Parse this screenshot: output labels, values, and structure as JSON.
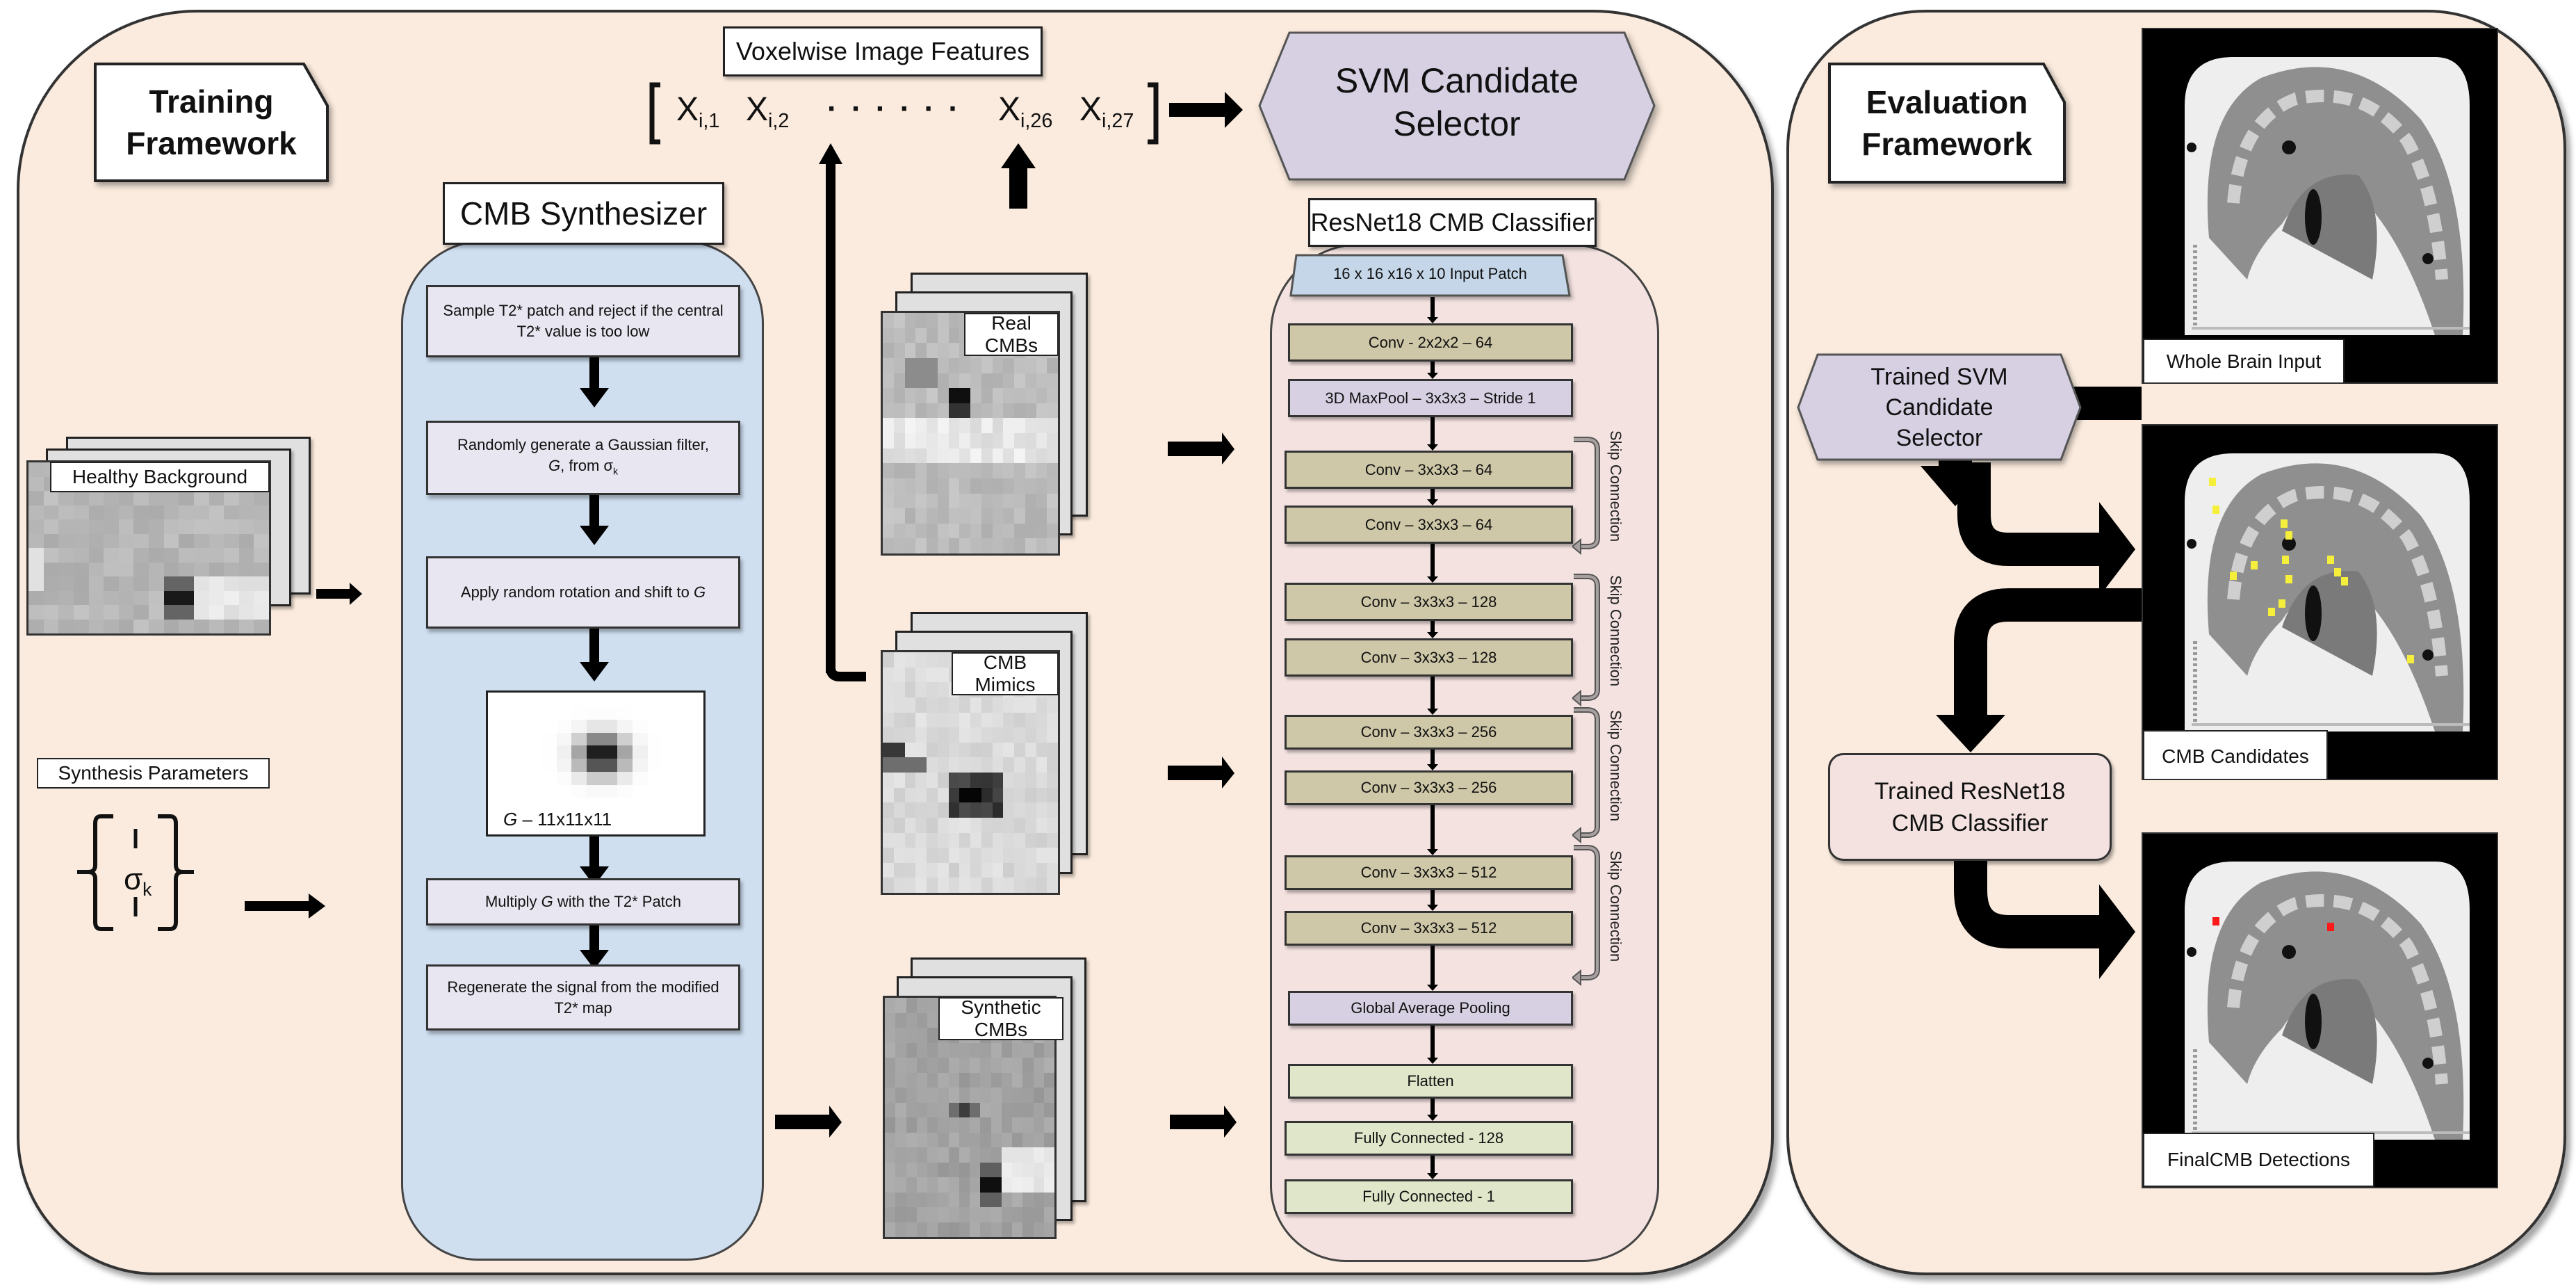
{
  "training": {
    "title_line1": "Training",
    "title_line2": "Framework",
    "features_label": "Voxelwise Image Features",
    "features": [
      {
        "base": "X",
        "sub": "i,1"
      },
      {
        "base": "X",
        "sub": "i,2"
      },
      {
        "base": "X",
        "sub": "i,26"
      },
      {
        "base": "X",
        "sub": "i,27"
      }
    ],
    "ellipsis": "· · · · · ·",
    "svm_line1": "SVM Candidate",
    "svm_line2": "Selector",
    "healthy_background": "Healthy Background",
    "synthesis_parameters": "Synthesis Parameters",
    "sigma": "σ",
    "sigma_sub": "k",
    "synthesizer": {
      "title": "CMB Synthesizer",
      "steps": [
        "Sample T2* patch and reject if  the central T2* value is too low",
        "Randomly generate a Gaussian filter, G, from σk",
        "Apply random rotation and shift to G",
        "Multiply G with the T2* Patch",
        "Regenerate the signal from the modified T2* map"
      ],
      "gaussian_caption": "G – 11x11x11"
    },
    "patches": {
      "real": "Real CMBs",
      "mimics": "CMB Mimics",
      "synthetic": "Synthetic CMBs"
    },
    "resnet": {
      "title": "ResNet18 CMB Classifier",
      "input": "16 x 16 x16 x 10 Input Patch",
      "layers": [
        {
          "label": "Conv - 2x2x2 – 64",
          "kind": "conv"
        },
        {
          "label": "3D MaxPool – 3x3x3 – Stride 1",
          "kind": "pool"
        },
        {
          "label": "Conv – 3x3x3 – 64",
          "kind": "conv"
        },
        {
          "label": "Conv – 3x3x3 – 64",
          "kind": "conv"
        },
        {
          "label": "Conv – 3x3x3 – 128",
          "kind": "conv"
        },
        {
          "label": "Conv – 3x3x3 – 128",
          "kind": "conv"
        },
        {
          "label": "Conv – 3x3x3 – 256",
          "kind": "conv"
        },
        {
          "label": "Conv – 3x3x3 – 256",
          "kind": "conv"
        },
        {
          "label": "Conv – 3x3x3 – 512",
          "kind": "conv"
        },
        {
          "label": "Conv – 3x3x3 – 512",
          "kind": "conv"
        },
        {
          "label": "Global Average Pooling",
          "kind": "pool"
        },
        {
          "label": "Flatten",
          "kind": "fc"
        },
        {
          "label": "Fully Connected - 128",
          "kind": "fc"
        },
        {
          "label": "Fully Connected - 1",
          "kind": "fc"
        }
      ],
      "skip_label": "Skip Connection"
    }
  },
  "evaluation": {
    "title_line1": "Evaluation",
    "title_line2": "Framework",
    "svm_line1": "Trained SVM",
    "svm_line2": "Candidate",
    "svm_line3": "Selector",
    "resnet_line1": "Trained ResNet18",
    "resnet_line2": "CMB Classifier",
    "images": [
      {
        "caption": "Whole Brain Input",
        "markers": "none"
      },
      {
        "caption": "CMB Candidates",
        "markers": "yellow"
      },
      {
        "caption": "FinalCMB Detections",
        "markers": "red"
      }
    ]
  },
  "colors": {
    "panel_bg": "#fbebde",
    "synth_bg": "#cfdff0",
    "resnet_bg": "#f3e2e0",
    "svm_fill": "#d6d0e2",
    "input_fill": "#c4d6e8",
    "candidate_marker": "#f5ef3c",
    "detection_marker": "#ff1a1a"
  }
}
